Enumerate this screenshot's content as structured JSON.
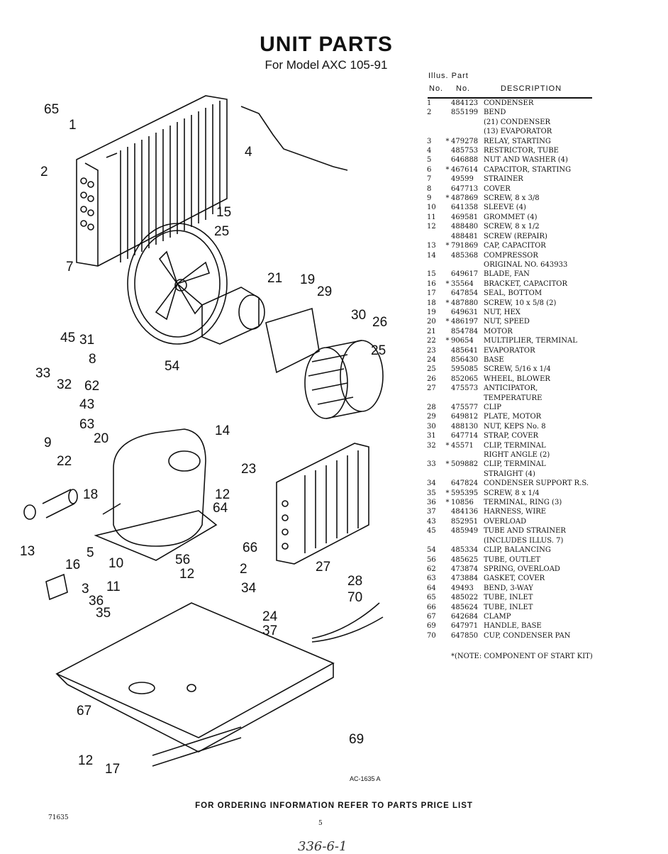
{
  "title": "UNIT PARTS",
  "subtitle": "For Model AXC 105-91",
  "table": {
    "header_top": "Illus. Part",
    "header_illus": "No.",
    "header_part": "No.",
    "header_desc": "DESCRIPTION",
    "rows": [
      {
        "no": "1",
        "star": "",
        "part": "484123",
        "desc": "CONDENSER"
      },
      {
        "no": "2",
        "star": "",
        "part": "855199",
        "desc": "BEND"
      },
      {
        "no": "",
        "star": "",
        "part": "",
        "desc": "(21) CONDENSER"
      },
      {
        "no": "",
        "star": "",
        "part": "",
        "desc": "(13) EVAPORATOR"
      },
      {
        "no": "3",
        "star": "*",
        "part": "479278",
        "desc": "RELAY, STARTING"
      },
      {
        "no": "4",
        "star": "",
        "part": "485753",
        "desc": "RESTRICTOR, TUBE"
      },
      {
        "no": "5",
        "star": "",
        "part": "646888",
        "desc": "NUT AND WASHER (4)"
      },
      {
        "no": "6",
        "star": "*",
        "part": "467614",
        "desc": "CAPACITOR, STARTING"
      },
      {
        "no": "7",
        "star": "",
        "part": "49599",
        "desc": "STRAINER"
      },
      {
        "no": "8",
        "star": "",
        "part": "647713",
        "desc": "COVER"
      },
      {
        "no": "9",
        "star": "*",
        "part": "487869",
        "desc": "SCREW, 8 x 3/8"
      },
      {
        "no": "10",
        "star": "",
        "part": "641358",
        "desc": "SLEEVE (4)"
      },
      {
        "no": "11",
        "star": "",
        "part": "469581",
        "desc": "GROMMET (4)"
      },
      {
        "no": "12",
        "star": "",
        "part": "488480",
        "desc": "SCREW, 8 x 1/2"
      },
      {
        "no": "",
        "star": "",
        "part": "488481",
        "desc": "SCREW (REPAIR)"
      },
      {
        "no": "13",
        "star": "*",
        "part": "791869",
        "desc": "CAP, CAPACITOR"
      },
      {
        "no": "14",
        "star": "",
        "part": "485368",
        "desc": "COMPRESSOR"
      },
      {
        "no": "",
        "star": "",
        "part": "",
        "desc": "ORIGINAL NO. 643933"
      },
      {
        "no": "15",
        "star": "",
        "part": "649617",
        "desc": "BLADE, FAN"
      },
      {
        "no": "16",
        "star": "*",
        "part": "35564",
        "desc": "BRACKET, CAPACITOR"
      },
      {
        "no": "17",
        "star": "",
        "part": "647854",
        "desc": "SEAL, BOTTOM"
      },
      {
        "no": "18",
        "star": "*",
        "part": "487880",
        "desc": "SCREW, 10 x 5/8 (2)"
      },
      {
        "no": "19",
        "star": "",
        "part": "649631",
        "desc": "NUT, HEX"
      },
      {
        "no": "20",
        "star": "*",
        "part": "486197",
        "desc": "NUT, SPEED"
      },
      {
        "no": "21",
        "star": "",
        "part": "854784",
        "desc": "MOTOR"
      },
      {
        "no": "22",
        "star": "*",
        "part": "90654",
        "desc": "MULTIPLIER, TERMINAL"
      },
      {
        "no": "23",
        "star": "",
        "part": "485641",
        "desc": "EVAPORATOR"
      },
      {
        "no": "24",
        "star": "",
        "part": "856430",
        "desc": "BASE"
      },
      {
        "no": "25",
        "star": "",
        "part": "595085",
        "desc": "SCREW, 5/16 x 1/4"
      },
      {
        "no": "26",
        "star": "",
        "part": "852065",
        "desc": "WHEEL, BLOWER"
      },
      {
        "no": "27",
        "star": "",
        "part": "475573",
        "desc": "ANTICIPATOR,"
      },
      {
        "no": "",
        "star": "",
        "part": "",
        "desc": "TEMPERATURE"
      },
      {
        "no": "28",
        "star": "",
        "part": "475577",
        "desc": "CLIP"
      },
      {
        "no": "29",
        "star": "",
        "part": "649812",
        "desc": "PLATE, MOTOR"
      },
      {
        "no": "30",
        "star": "",
        "part": "488130",
        "desc": "NUT, KEPS No. 8"
      },
      {
        "no": "31",
        "star": "",
        "part": "647714",
        "desc": "STRAP, COVER"
      },
      {
        "no": "32",
        "star": "*",
        "part": "45571",
        "desc": "CLIP, TERMINAL"
      },
      {
        "no": "",
        "star": "",
        "part": "",
        "desc": "RIGHT ANGLE (2)"
      },
      {
        "no": "33",
        "star": "*",
        "part": "509882",
        "desc": "CLIP, TERMINAL"
      },
      {
        "no": "",
        "star": "",
        "part": "",
        "desc": "STRAIGHT (4)"
      },
      {
        "no": "34",
        "star": "",
        "part": "647824",
        "desc": "CONDENSER SUPPORT R.S."
      },
      {
        "no": "35",
        "star": "*",
        "part": "595395",
        "desc": "SCREW, 8 x 1/4"
      },
      {
        "no": "36",
        "star": "*",
        "part": "10856",
        "desc": "TERMINAL, RING (3)"
      },
      {
        "no": "37",
        "star": "",
        "part": "484136",
        "desc": "HARNESS, WIRE"
      },
      {
        "no": "43",
        "star": "",
        "part": "852951",
        "desc": "OVERLOAD"
      },
      {
        "no": "45",
        "star": "",
        "part": "485949",
        "desc": "TUBE AND STRAINER"
      },
      {
        "no": "",
        "star": "",
        "part": "",
        "desc": "(INCLUDES ILLUS. 7)"
      },
      {
        "no": "54",
        "star": "",
        "part": "485334",
        "desc": "CLIP, BALANCING"
      },
      {
        "no": "56",
        "star": "",
        "part": "485625",
        "desc": "TUBE, OUTLET"
      },
      {
        "no": "62",
        "star": "",
        "part": "473874",
        "desc": "SPRING, OVERLOAD"
      },
      {
        "no": "63",
        "star": "",
        "part": "473884",
        "desc": "GASKET, COVER"
      },
      {
        "no": "64",
        "star": "",
        "part": "49493",
        "desc": "BEND, 3-WAY"
      },
      {
        "no": "65",
        "star": "",
        "part": "485022",
        "desc": "TUBE, INLET"
      },
      {
        "no": "66",
        "star": "",
        "part": "485624",
        "desc": "TUBE, INLET"
      },
      {
        "no": "67",
        "star": "",
        "part": "642684",
        "desc": "CLAMP"
      },
      {
        "no": "69",
        "star": "",
        "part": "647971",
        "desc": "HANDLE, BASE"
      },
      {
        "no": "70",
        "star": "",
        "part": "647850",
        "desc": "CUP, CONDENSER PAN"
      }
    ],
    "note": "*(NOTE: COMPONENT OF START KIT)"
  },
  "callouts": [
    "65",
    "1",
    "2",
    "4",
    "15",
    "25",
    "7",
    "21",
    "19",
    "29",
    "30",
    "26",
    "25",
    "45",
    "31",
    "8",
    "54",
    "33",
    "32",
    "62",
    "43",
    "63",
    "9",
    "20",
    "22",
    "18",
    "14",
    "23",
    "12",
    "64",
    "13",
    "5",
    "16",
    "10",
    "56",
    "66",
    "12",
    "34",
    "2",
    "27",
    "28",
    "70",
    "3",
    "36",
    "35",
    "11",
    "24",
    "37",
    "67",
    "69",
    "12",
    "17"
  ],
  "drawing_code": "AC-1635 A",
  "footer": "FOR ORDERING INFORMATION REFER TO PARTS PRICE LIST",
  "doc_number": "71635",
  "page_number": "5",
  "handwritten_note": "336-6-1"
}
